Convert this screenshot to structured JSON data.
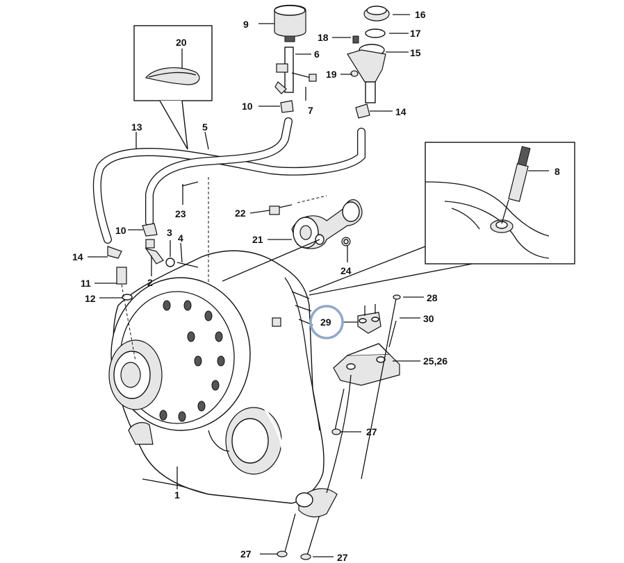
{
  "labels": {
    "l1": "1",
    "l2": "2",
    "l3": "3",
    "l4": "4",
    "l5": "5",
    "l6": "6",
    "l7": "7",
    "l8": "8",
    "l9": "9",
    "l10a": "10",
    "l10b": "10",
    "l11": "11",
    "l12": "12",
    "l13": "13",
    "l14a": "14",
    "l14b": "14",
    "l15": "15",
    "l16": "16",
    "l17": "17",
    "l18": "18",
    "l19": "19",
    "l20": "20",
    "l21": "21",
    "l22": "22",
    "l23": "23",
    "l24": "24",
    "l2526": "25,26",
    "l27a": "27",
    "l27b": "27",
    "l27c": "27",
    "l28": "28",
    "l29": "29",
    "l30": "30"
  },
  "colors": {
    "highlight_circle": "#8fa9c8",
    "ink": "#111111"
  }
}
